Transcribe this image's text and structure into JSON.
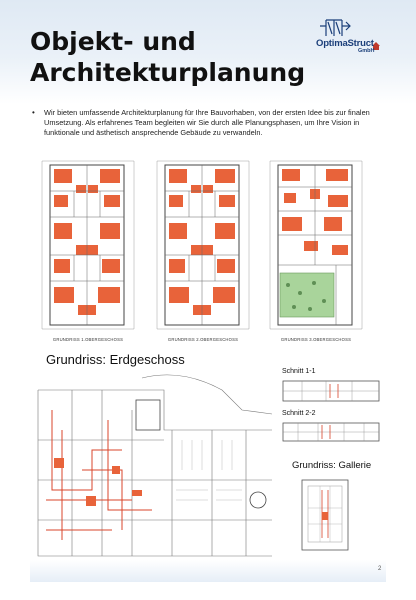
{
  "header": {
    "title_line1": "Objekt- und",
    "title_line2": "Architekturplanung"
  },
  "logo": {
    "name": "OptimaStruct",
    "suffix": "GmbH"
  },
  "intro": {
    "bullet": "Wir bieten umfassende Architekturplanung für Ihre Bauvorhaben, von der ersten Idee bis zur finalen Umsetzung. Als erfahrenes Team begleiten wir Sie durch alle Planungsphasen, um Ihre Vision in funktionale und ästhetisch ansprechende Gebäude zu verwandeln."
  },
  "plans": [
    {
      "caption": "GRUNDRISS 1.OBERGESCHOSS"
    },
    {
      "caption": "GRUNDRISS 2.OBERGESCHOSS"
    },
    {
      "caption": "GRUNDRISS 3.OBERGESCHOSS"
    }
  ],
  "ground_floor": {
    "heading": "Grundriss: Erdgeschoss"
  },
  "sections": {
    "schnitt_1": "Schnitt 1-1",
    "schnitt_2": "Schnitt 2-2",
    "gallery_heading": "Grundriss: Gallerie"
  },
  "page": {
    "number": "2"
  },
  "colors": {
    "accent_blue": "#1b3f7a",
    "room_fill": "#e8633a",
    "green_fill": "#a9d49b"
  }
}
